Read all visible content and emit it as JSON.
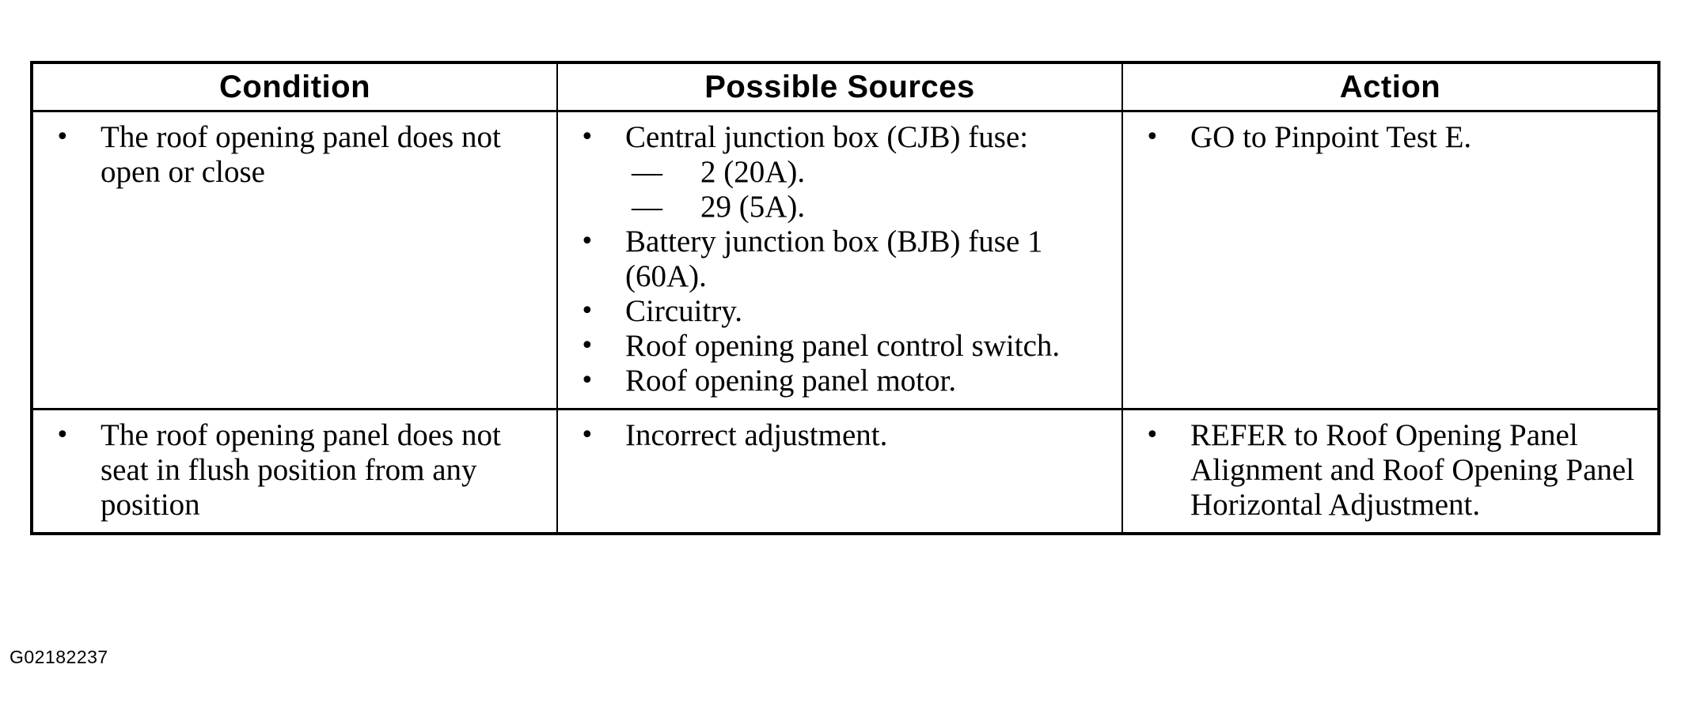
{
  "table": {
    "headers": [
      "Condition",
      "Possible Sources",
      "Action"
    ],
    "rows": [
      {
        "condition": "The roof opening panel does not open or close",
        "sources": [
          {
            "text": "Central junction box (CJB) fuse:",
            "sub": [
              "2 (20A).",
              "29 (5A)."
            ]
          },
          {
            "text": "Battery junction box (BJB) fuse 1 (60A)."
          },
          {
            "text": "Circuitry."
          },
          {
            "text": "Roof opening panel control switch."
          },
          {
            "text": "Roof opening panel motor."
          }
        ],
        "action": "GO to Pinpoint Test E."
      },
      {
        "condition": "The roof opening panel does not seat in flush position from any position",
        "sources": [
          {
            "text": "Incorrect adjustment."
          }
        ],
        "action": "REFER to Roof Opening Panel Alignment and Roof Opening Panel Horizontal Adjustment."
      }
    ]
  },
  "bullet_glyph": "•",
  "dash_glyph": "—",
  "figure_id": "G02182237"
}
